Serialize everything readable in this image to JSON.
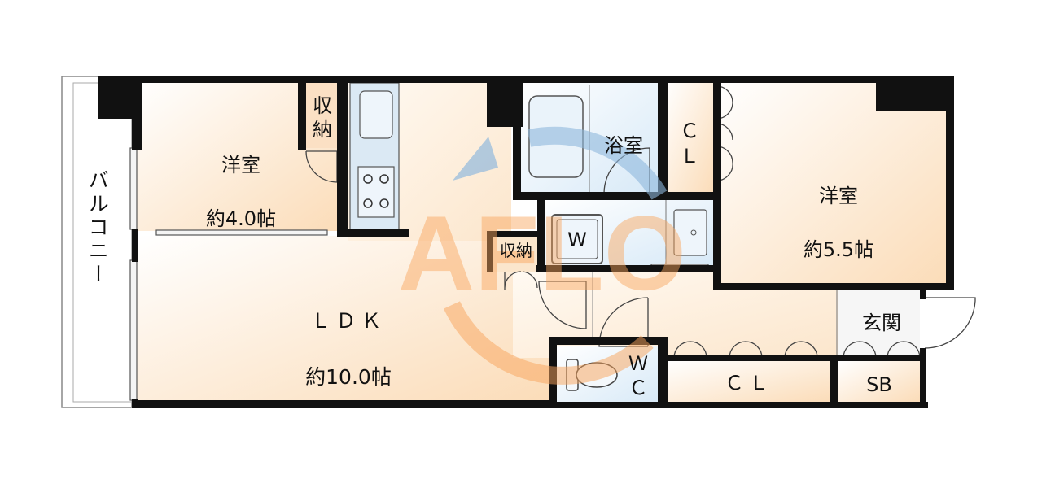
{
  "colors": {
    "wall": "#111111",
    "warm_floor": "#fdebd6",
    "wet_area": "#e8f3fb",
    "balcony": "#ffffff",
    "logo_orange": "#f7a45c",
    "logo_blue": "#8fb8dd"
  },
  "watermark": {
    "text": "AFLO"
  },
  "rooms": {
    "balcony": "バルコニー",
    "western_room_1": {
      "name": "洋室",
      "size": "約4.0帖"
    },
    "storage_1": "収\n納",
    "ldk": {
      "name": "ＬＤＫ",
      "size": "約10.0帖"
    },
    "storage_2": "収納",
    "washer": "W",
    "bathroom": "浴室",
    "closet_1": "Ｃ\nＬ",
    "western_room_2": {
      "name": "洋室",
      "size": "約5.5帖"
    },
    "entrance": "玄関",
    "wc": "Ｗ\nＣ",
    "closet_2": "ＣＬ",
    "shoe_box": "SB"
  }
}
